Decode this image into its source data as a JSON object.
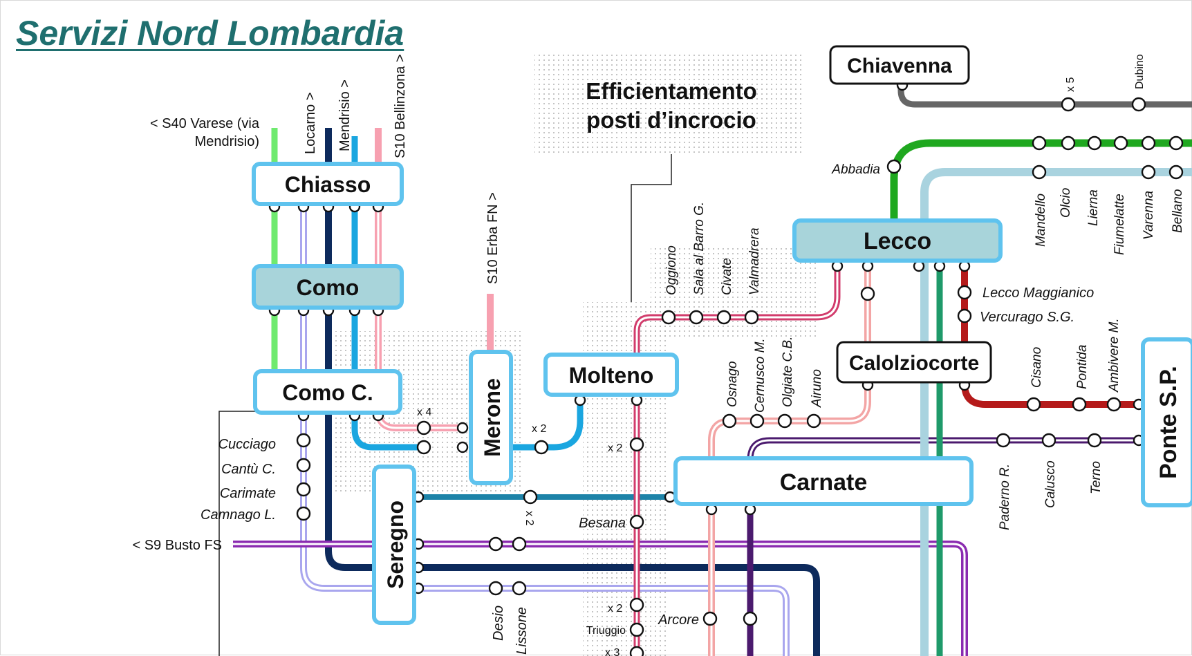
{
  "title": "Servizi Nord Lombardia",
  "note": "Efficientamento posti d’incrocio",
  "note_lines": [
    "Efficientamento",
    "posti d’incrocio"
  ],
  "hubs": {
    "chiasso": "Chiasso",
    "como": "Como",
    "como_c": "Como C.",
    "merone": "Merone",
    "molteno": "Molteno",
    "seregno": "Seregno",
    "carnate": "Carnate",
    "lecco": "Lecco",
    "calolziocorte": "Calolziocorte",
    "chiavenna": "Chiavenna",
    "ponte_sp": "Ponte S.P."
  },
  "directions": {
    "s40_varese_1": "< S40 Varese (via",
    "s40_varese_2": "Mendrisio)",
    "locarno": "Locarno >",
    "mendrisio": "Mendrisio >",
    "s10_bellinzona": "S10 Bellinzona >",
    "s10_erba": "S10 Erba FN >",
    "s9_busto": "< S9 Busto FS"
  },
  "stations": {
    "cucciago": "Cucciago",
    "cantu": "Cantù C.",
    "carimate": "Carimate",
    "camnago": "Camnago L.",
    "besana": "Besana",
    "triuggio": "Triuggio",
    "arcore": "Arcore",
    "desio": "Desio",
    "lissone": "Lissone",
    "oggiono": "Oggiono",
    "sala": "Sala al Barro G.",
    "civate": "Civate",
    "valmadrera": "Valmadrera",
    "osnago": "Osnago",
    "cernusco": "Cernusco M.",
    "olgiate": "Olgiate C.B.",
    "airuno": "Airuno",
    "abbadia": "Abbadia",
    "mandello": "Mandello",
    "olcio": "Olcio",
    "lierna": "Lierna",
    "fiumelatte": "Fiumelatte",
    "varenna": "Varenna",
    "bellano": "Bellano",
    "dubino": "Dubino",
    "lecco_maggianico": "Lecco Maggianico",
    "vercurago": "Vercurago S.G.",
    "cisano": "Cisano",
    "pontida": "Pontida",
    "ambivere": "Ambivere M.",
    "paderno": "Paderno R.",
    "calusco": "Calusco",
    "terno": "Terno"
  },
  "multipliers": {
    "x4": "x 4",
    "x2_merone": "x 2",
    "x2_molteno": "x 2",
    "x2_seregno": "x 2",
    "x2_triuggio": "x 2",
    "x3": "x 3",
    "x5": "x 5"
  },
  "colors": {
    "title": "#1f6f6f",
    "box_border": "#5fc3ee",
    "box_fill_dark": "#a8d4da",
    "green_light": "#6fea6f",
    "lavender": "#a9a6ee",
    "navy": "#0d2a5c",
    "sky": "#1aa6e0",
    "pink": "#f7a0b0",
    "teal": "#1d83a8",
    "purple": "#8a2bb0",
    "dark_purple": "#4b1a6e",
    "salmon": "#f3a5a5",
    "crimson": "#d23c6c",
    "dark_red": "#b51a1a",
    "green": "#1fa81f",
    "light_blue": "#a9d3df",
    "sea_green": "#1f9a6a",
    "grey": "#666666"
  }
}
